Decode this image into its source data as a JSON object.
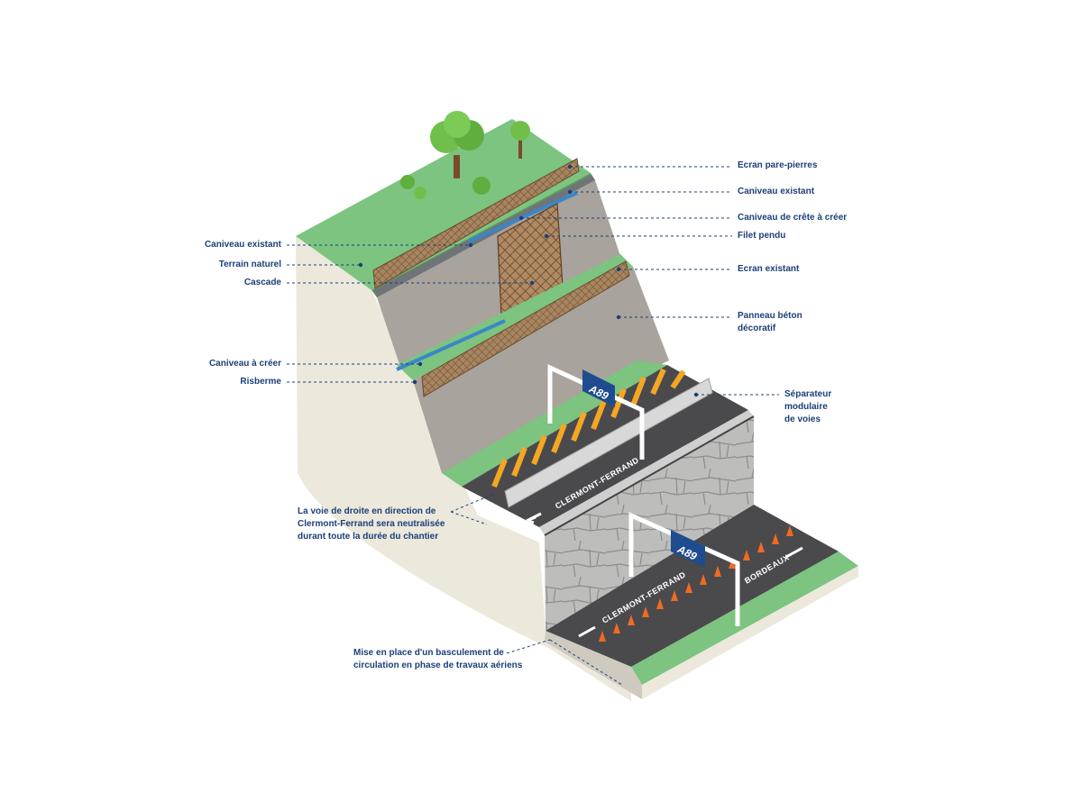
{
  "labels": {
    "ecran_pare_pierres": "Ecran pare-pierres",
    "caniveau_existant_right": "Caniveau existant",
    "caniveau_crete": "Caniveau de crête à créer",
    "filet_pendu": "Filet pendu",
    "ecran_existant": "Ecran existant",
    "panneau_beton": "Panneau béton\ndécoratif",
    "separateur": "Séparateur\nmodulaire\nde voies",
    "caniveau_existant_left": "Caniveau existant",
    "terrain_naturel": "Terrain naturel",
    "cascade": "Cascade",
    "caniveau_a_creer": "Caniveau à créer",
    "risberme": "Risberme",
    "voie_droite": "La voie de droite en direction de\nClermont-Ferrand sera neutralisée\ndurant toute la durée du chantier",
    "basculement": "Mise en place d'un basculement de\ncirculation en phase de travaux aériens"
  },
  "road_signs": {
    "upper": "A89",
    "lower": "A89"
  },
  "road_markings": {
    "upper_direction": "CLERMONT-FERRAND",
    "lower_left_direction": "CLERMONT-FERRAND",
    "lower_right_direction": "BORDEAUX"
  },
  "colors": {
    "label_text": "#1c3f78",
    "leader_line": "#1c3f78",
    "grass": "#7cc47f",
    "concrete_wall": "#a8a39c",
    "soil_section": "#ece8dc",
    "asphalt": "#4a4a4c",
    "cone_orange": "#f26a21",
    "work_stripe": "#f5a623",
    "water_channel": "#3b86c9",
    "sign_blue": "#1f4c8f"
  }
}
